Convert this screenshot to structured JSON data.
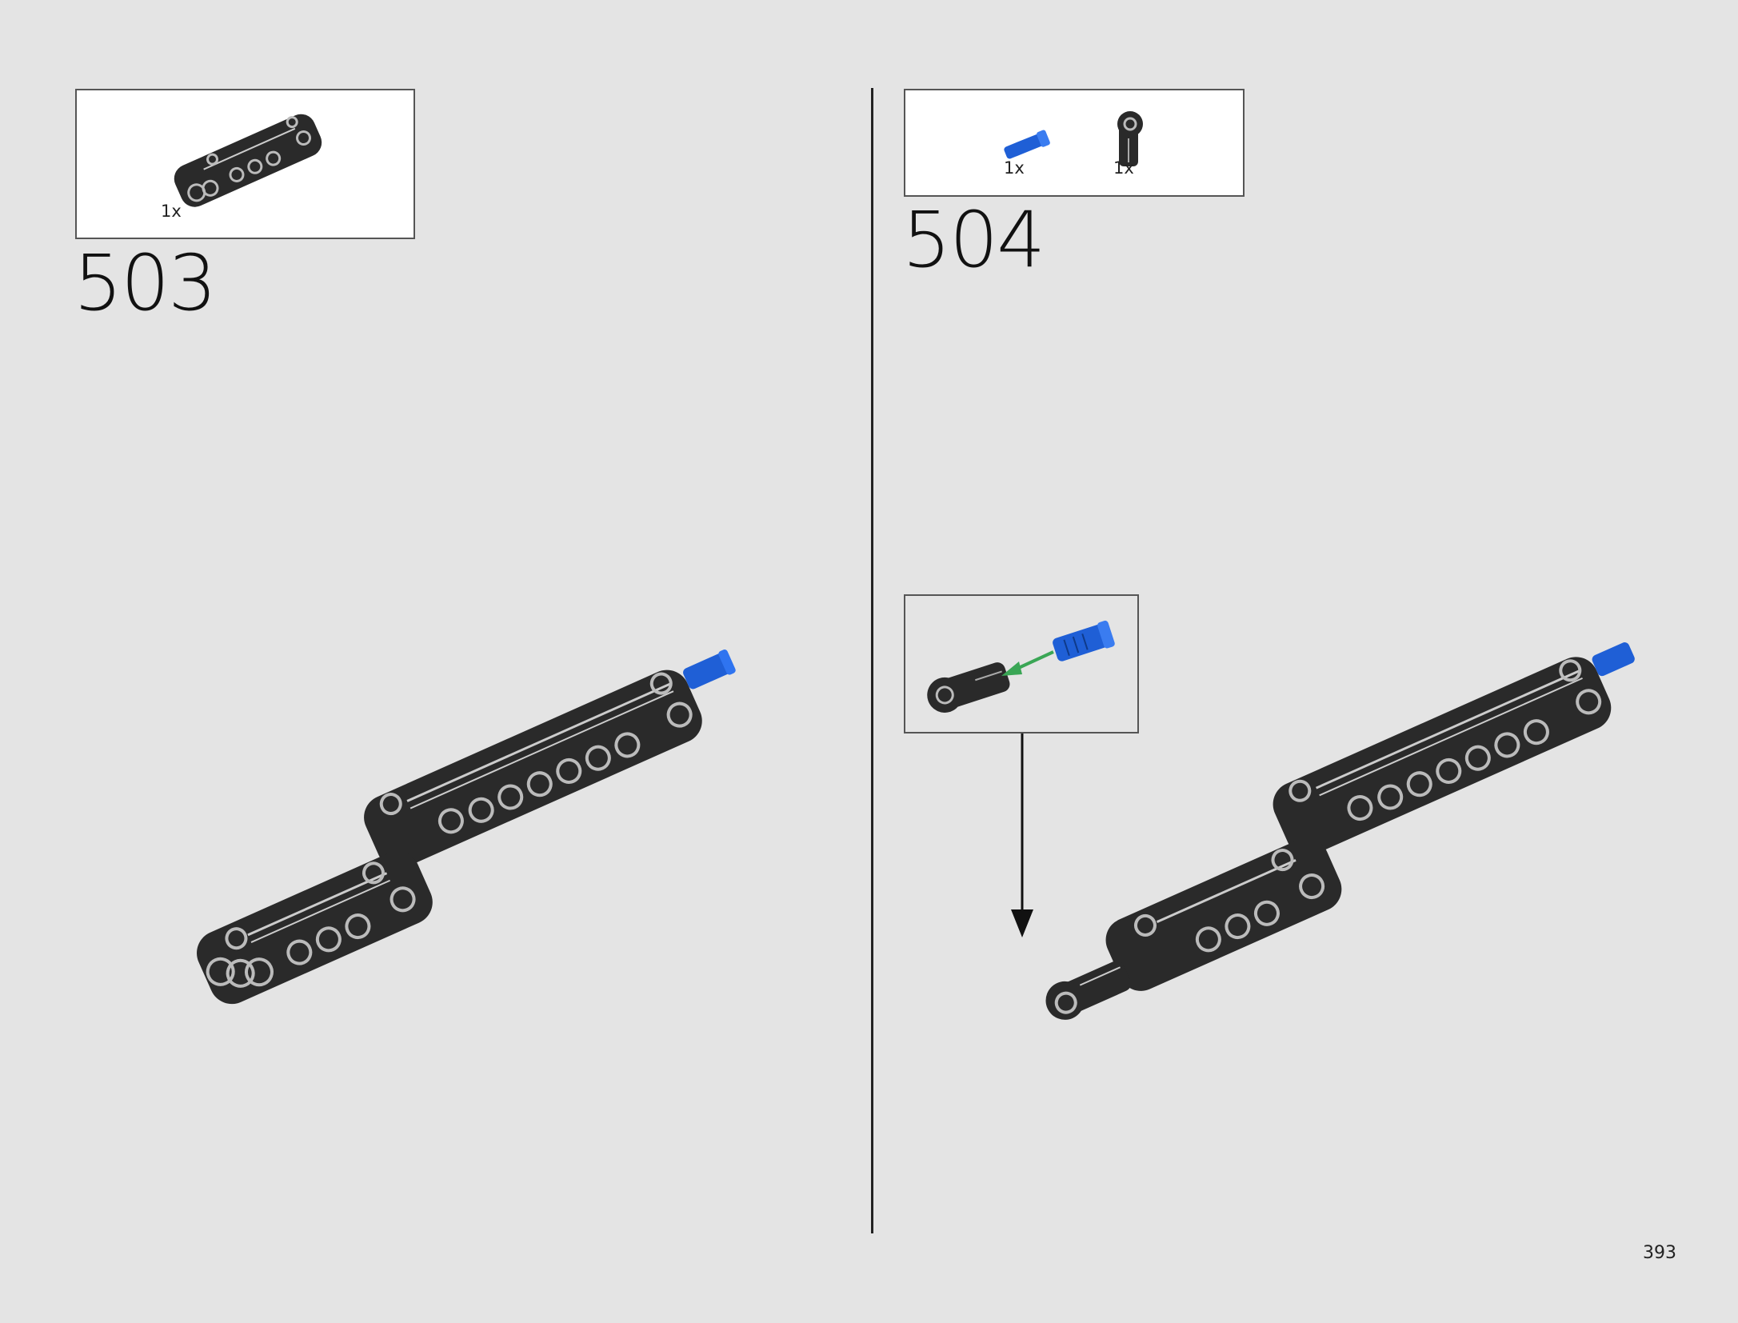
{
  "step_503": {
    "number": "503",
    "parts": [
      {
        "qty": "1x",
        "part": "black-technic-panel"
      }
    ]
  },
  "step_504": {
    "number": "504",
    "parts": [
      {
        "qty": "1x",
        "part": "blue-technic-pin"
      },
      {
        "qty": "1x",
        "part": "black-pin-connector"
      }
    ]
  },
  "page": {
    "number": "393"
  },
  "colors": {
    "background": "#e4e4e4",
    "part_black": "#2a2a2a",
    "part_blue": "#1f5fd6",
    "assembly_arrow": "#3aa655",
    "placement_arrow": "#111111"
  },
  "icons": [
    "black-technic-panel-icon",
    "blue-technic-pin-icon",
    "black-pin-connector-icon",
    "green-arrow-icon",
    "placement-arrow-icon"
  ]
}
